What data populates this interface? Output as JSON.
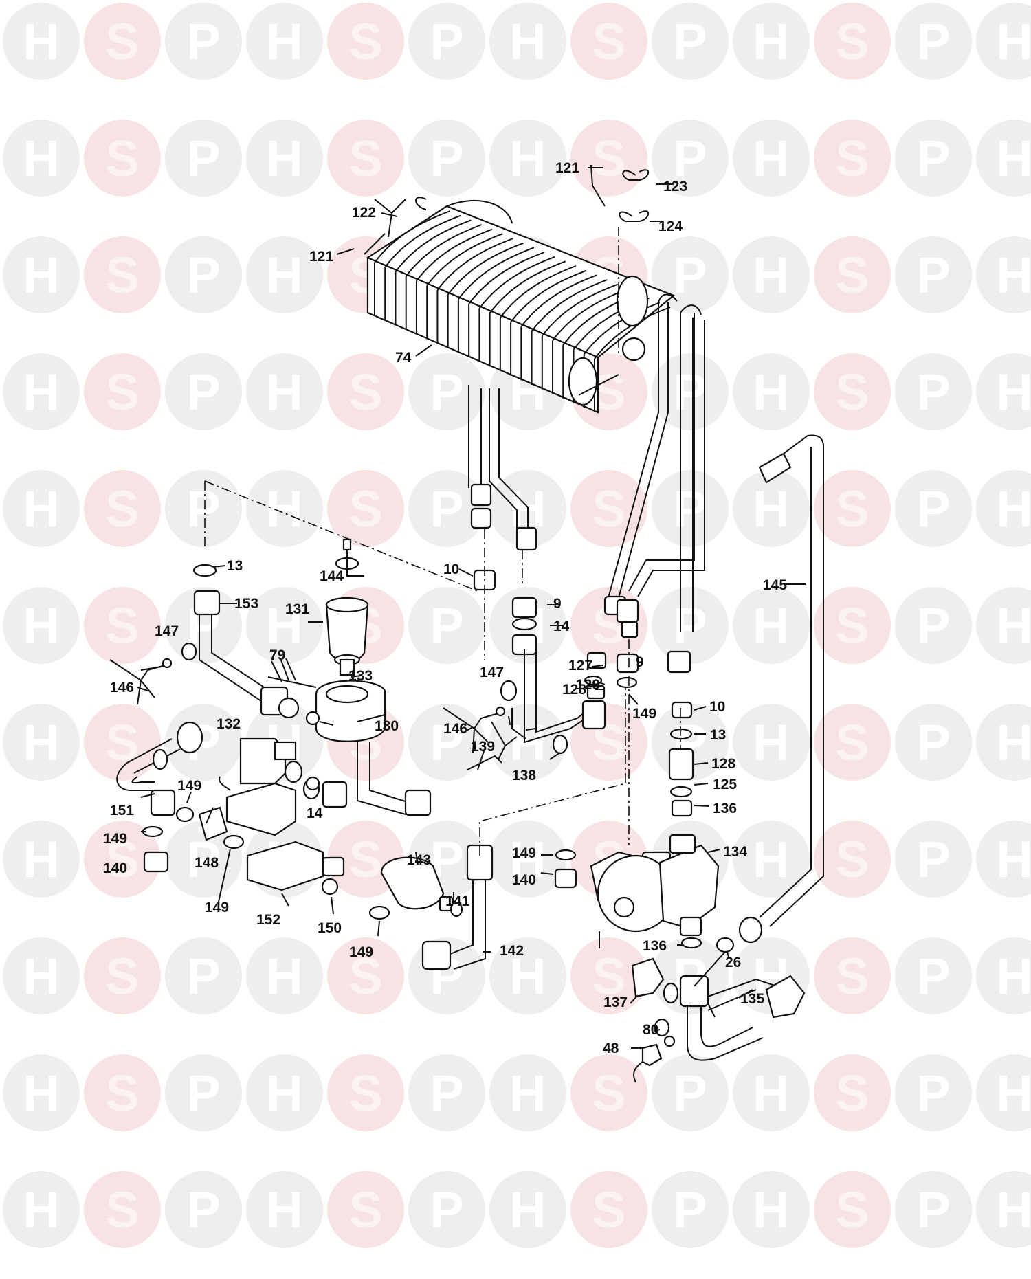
{
  "watermark": {
    "letters": [
      "H",
      "S",
      "P"
    ],
    "colors": {
      "circle": "#eeeeee",
      "letter": "#ffffff",
      "accent_circle": "#f7e3e3",
      "accent_letter": "#fbf2f2"
    }
  },
  "diagram": {
    "labels": [
      {
        "id": "l121a",
        "text": "121"
      },
      {
        "id": "l123",
        "text": "123"
      },
      {
        "id": "l124",
        "text": "124"
      },
      {
        "id": "l122",
        "text": "122"
      },
      {
        "id": "l121b",
        "text": "121"
      },
      {
        "id": "l74",
        "text": "74"
      },
      {
        "id": "l13a",
        "text": "13"
      },
      {
        "id": "l153",
        "text": "153"
      },
      {
        "id": "l144",
        "text": "144"
      },
      {
        "id": "l10a",
        "text": "10"
      },
      {
        "id": "l131",
        "text": "131"
      },
      {
        "id": "l9a",
        "text": "9"
      },
      {
        "id": "l14a",
        "text": "14"
      },
      {
        "id": "l145",
        "text": "145"
      },
      {
        "id": "l147a",
        "text": "147"
      },
      {
        "id": "l79",
        "text": "79"
      },
      {
        "id": "l127",
        "text": "127"
      },
      {
        "id": "l9b",
        "text": "9"
      },
      {
        "id": "l146a",
        "text": "146"
      },
      {
        "id": "l133",
        "text": "133"
      },
      {
        "id": "l129",
        "text": "129"
      },
      {
        "id": "l147b",
        "text": "147"
      },
      {
        "id": "l128a",
        "text": "128"
      },
      {
        "id": "l149a",
        "text": "149"
      },
      {
        "id": "l10b",
        "text": "10"
      },
      {
        "id": "l146b",
        "text": "146"
      },
      {
        "id": "l132",
        "text": "132"
      },
      {
        "id": "l130",
        "text": "130"
      },
      {
        "id": "l13b",
        "text": "13"
      },
      {
        "id": "l139",
        "text": "139"
      },
      {
        "id": "l138",
        "text": "138"
      },
      {
        "id": "l128b",
        "text": "128"
      },
      {
        "id": "l149b",
        "text": "149"
      },
      {
        "id": "l125",
        "text": "125"
      },
      {
        "id": "l151",
        "text": "151"
      },
      {
        "id": "l14b",
        "text": "14"
      },
      {
        "id": "l136a",
        "text": "136"
      },
      {
        "id": "l149c",
        "text": "149"
      },
      {
        "id": "l143",
        "text": "143"
      },
      {
        "id": "l149d",
        "text": "149"
      },
      {
        "id": "l134",
        "text": "134"
      },
      {
        "id": "l148",
        "text": "148"
      },
      {
        "id": "l140a",
        "text": "140"
      },
      {
        "id": "l140b",
        "text": "140"
      },
      {
        "id": "l149e",
        "text": "149"
      },
      {
        "id": "l141",
        "text": "141"
      },
      {
        "id": "l152",
        "text": "152"
      },
      {
        "id": "l150",
        "text": "150"
      },
      {
        "id": "l142",
        "text": "142"
      },
      {
        "id": "l136b",
        "text": "136"
      },
      {
        "id": "l26",
        "text": "26"
      },
      {
        "id": "l149f",
        "text": "149"
      },
      {
        "id": "l137",
        "text": "137"
      },
      {
        "id": "l135",
        "text": "135"
      },
      {
        "id": "l80",
        "text": "80"
      },
      {
        "id": "l48",
        "text": "48"
      }
    ]
  }
}
